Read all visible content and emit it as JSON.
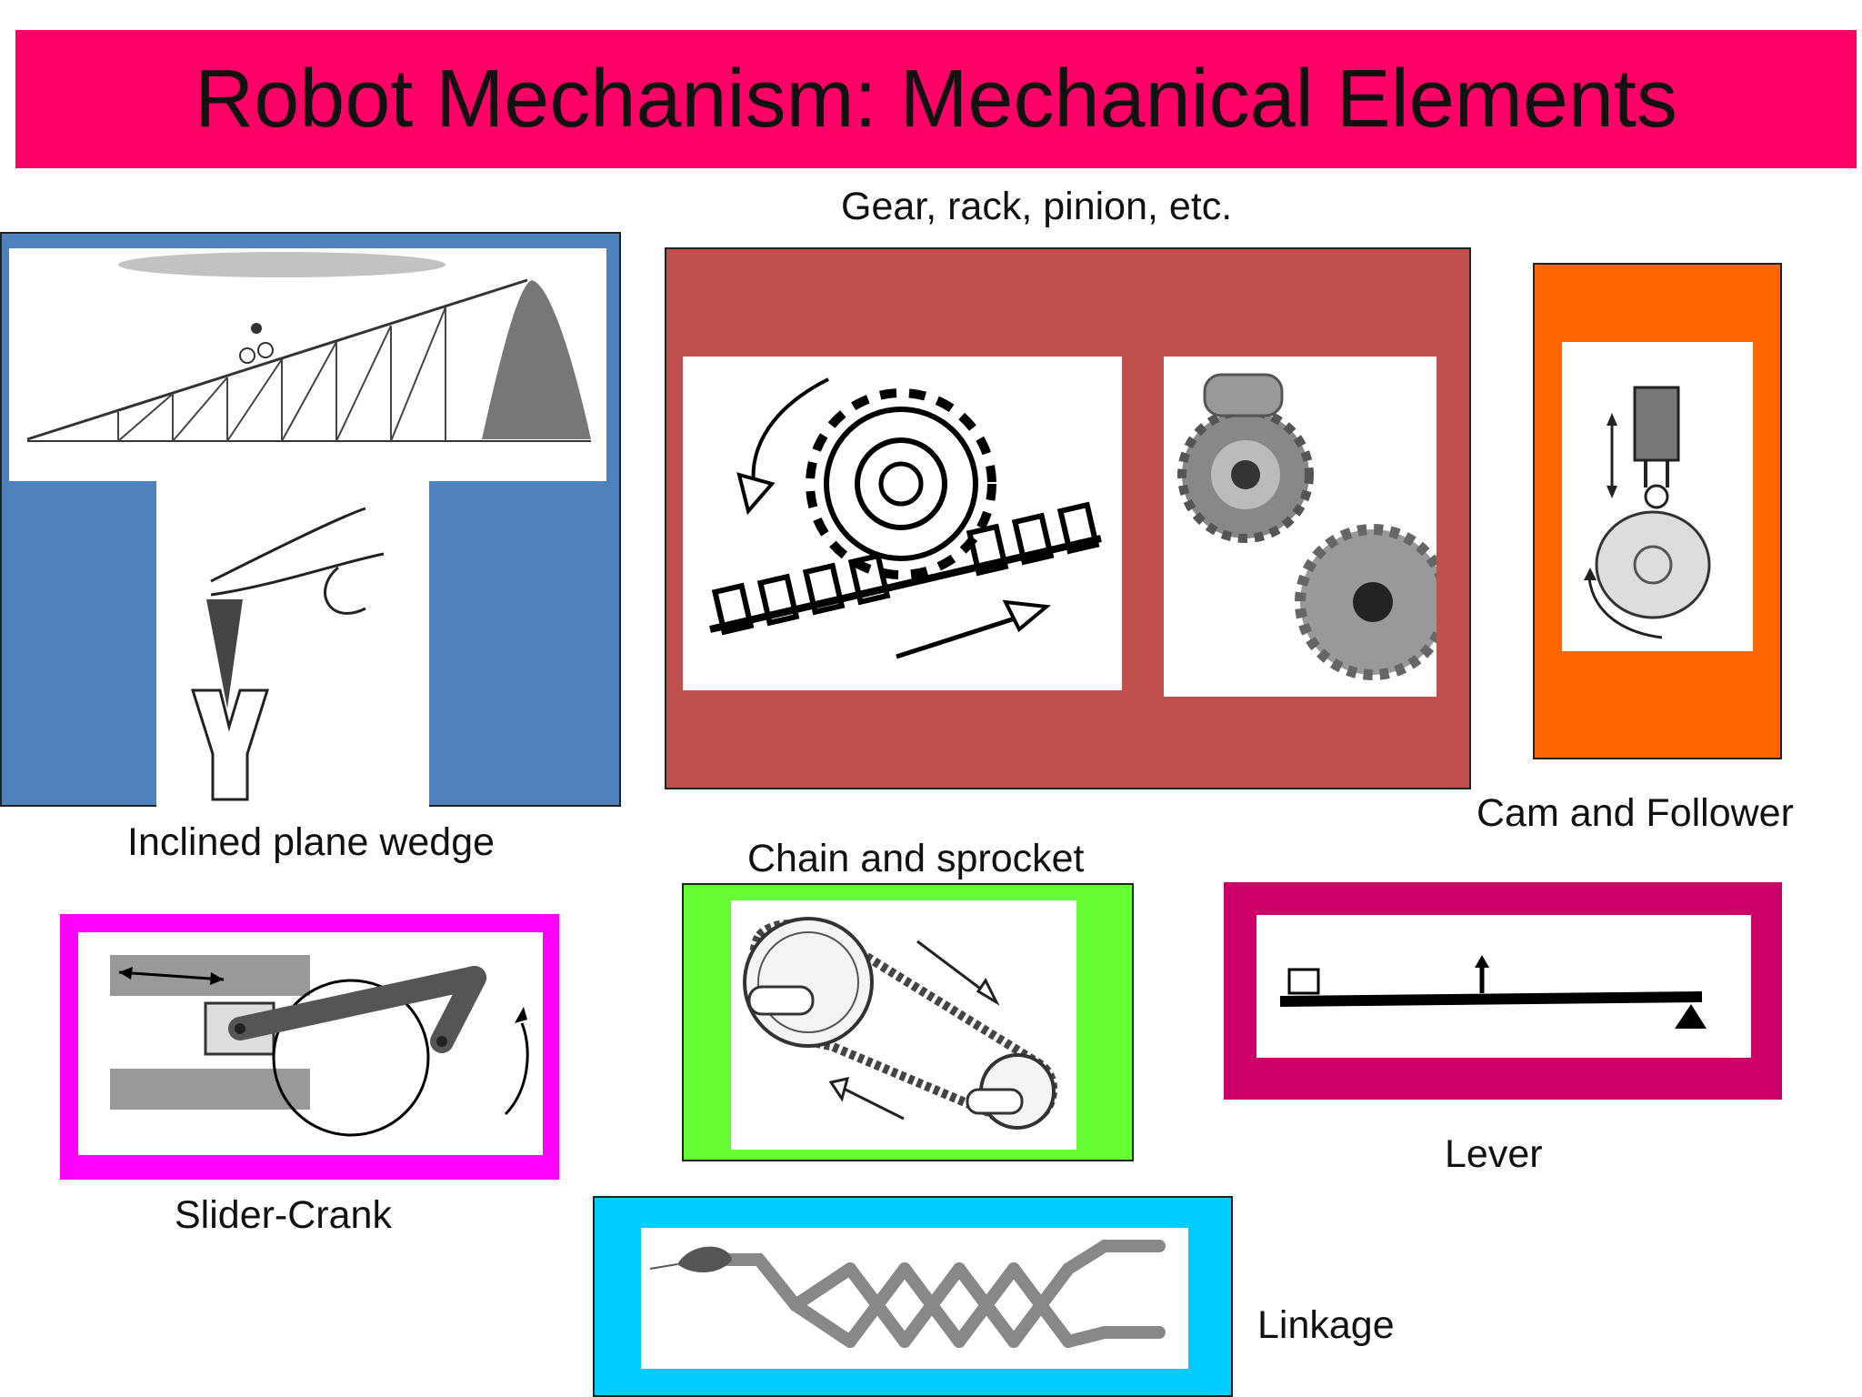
{
  "slide": {
    "title": "Robot Mechanism: Mechanical Elements"
  },
  "captions": {
    "gear": "Gear, rack, pinion, etc.",
    "inclined": "Inclined plane wedge",
    "cam": "Cam and Follower",
    "chain": "Chain and sprocket",
    "slider": "Slider-Crank",
    "lever": "Lever",
    "linkage": "Linkage"
  },
  "colors": {
    "title_bar": "#ff0066",
    "inclined_panel": "#4f81bd",
    "gear_panel": "#c0504d",
    "cam_panel": "#ff6600",
    "chain_panel": "#66ff33",
    "slider_panel": "#ff00ff",
    "lever_panel": "#cc0066",
    "linkage_panel": "#00ccff"
  }
}
